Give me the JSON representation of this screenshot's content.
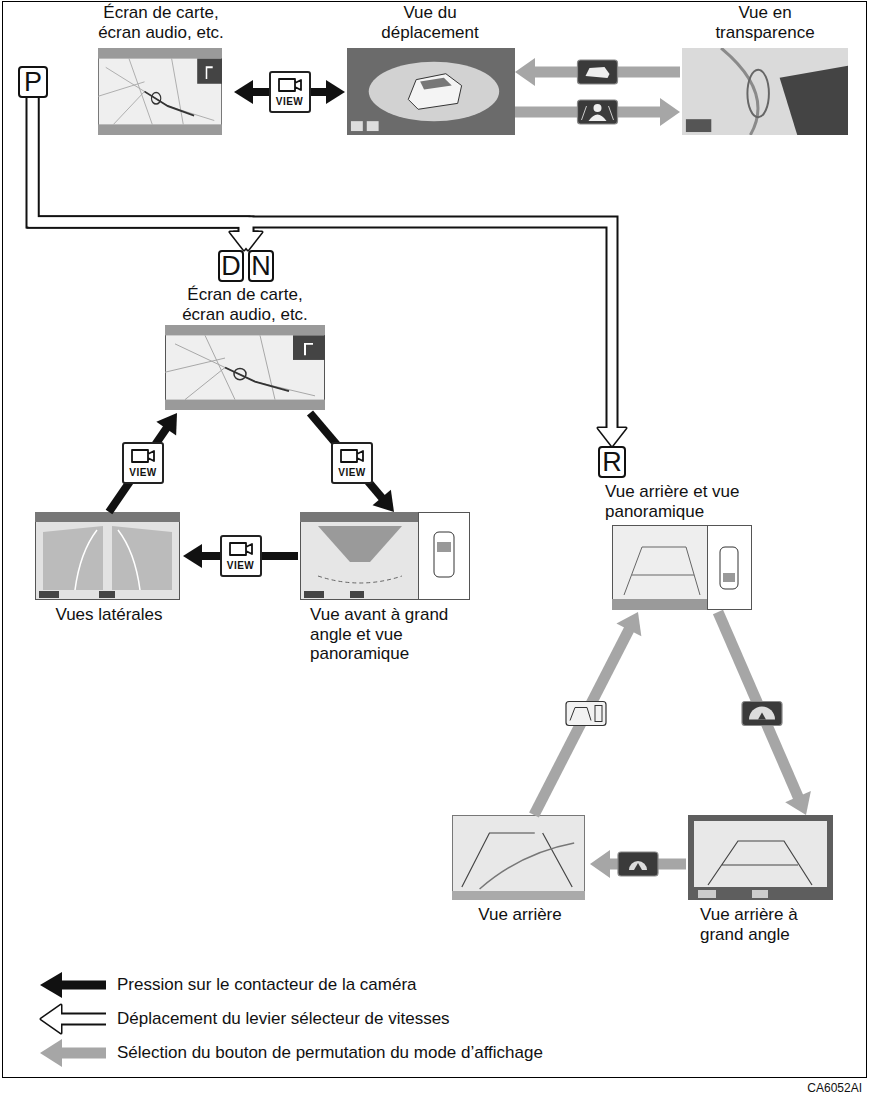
{
  "diagram": {
    "nodes": [
      {
        "text": [
          "P"
        ]
      },
      {
        "text": [
          "Écran de carte, écran audio, etc."
        ]
      },
      {
        "text": [
          "Vue du déplacement"
        ]
      },
      {
        "text": [
          "Vue en transparence"
        ]
      },
      {
        "text": [
          "D"
        ]
      },
      {
        "text": [
          "N"
        ]
      },
      {
        "text": [
          "Écran de carte, écran audio, etc."
        ]
      },
      {
        "text": [
          "Vues latérales"
        ]
      },
      {
        "text": [
          "Vue avant à grand angle et vue panoramique"
        ]
      },
      {
        "text": [
          "R"
        ]
      },
      {
        "text": [
          "Vue arrière et vue panoramique"
        ]
      },
      {
        "text": [
          "Vue arrière"
        ]
      },
      {
        "text": [
          "Vue arrière à grand angle"
        ]
      }
    ],
    "edges": [
      {
        "from": 1,
        "to": 2,
        "arrow": "both",
        "label": "VIEW"
      },
      {
        "from": 3,
        "to": 2,
        "arrow": "to"
      },
      {
        "from": 2,
        "to": 3,
        "arrow": "to"
      },
      {
        "from": 0,
        "to": 4,
        "arrow": "to"
      },
      {
        "from": 0,
        "to": 5,
        "arrow": "to"
      },
      {
        "from": 0,
        "to": 9,
        "arrow": "to"
      },
      {
        "from": 6,
        "to": 8,
        "arrow": "to",
        "label": "VIEW"
      },
      {
        "from": 8,
        "to": 7,
        "arrow": "to",
        "label": "VIEW"
      },
      {
        "from": 7,
        "to": 6,
        "arrow": "to",
        "label": "VIEW"
      },
      {
        "from": 10,
        "to": 12,
        "arrow": "to"
      },
      {
        "from": 12,
        "to": 11,
        "arrow": "to"
      },
      {
        "from": 11,
        "to": 10,
        "arrow": "to"
      }
    ],
    "labels": [
      "CA6052AI"
    ],
    "legend": [
      {
        "text": "Pression sur le contacteur de la caméra"
      },
      {
        "text": "Déplacement du levier sélecteur de vitesses"
      },
      {
        "text": "Sélection du bouton de permutation du mode d’affichage"
      }
    ]
  }
}
